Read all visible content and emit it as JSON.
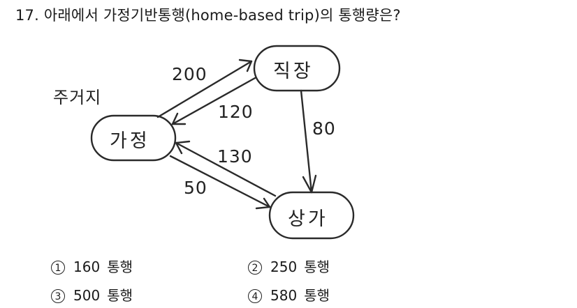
{
  "question": {
    "number": "17.",
    "text": "아래에서 가정기반통행(home-based trip)의 통행량은?"
  },
  "diagram": {
    "annotation": "주거지",
    "nodes": {
      "home": "가정",
      "work": "직장",
      "shop": "상가"
    },
    "edges": [
      {
        "from": "가정",
        "to": "직장",
        "value": "200"
      },
      {
        "from": "직장",
        "to": "가정",
        "value": "120"
      },
      {
        "from": "직장",
        "to": "상가",
        "value": "80"
      },
      {
        "from": "상가",
        "to": "가정",
        "value": "130"
      },
      {
        "from": "가정",
        "to": "상가",
        "value": "50"
      }
    ],
    "colors": {
      "stroke": "#2a2a2a",
      "text": "#222222"
    }
  },
  "options": [
    {
      "marker": "1",
      "value": "160",
      "unit": "통행"
    },
    {
      "marker": "2",
      "value": "250",
      "unit": "통행"
    },
    {
      "marker": "3",
      "value": "500",
      "unit": "통행"
    },
    {
      "marker": "4",
      "value": "580",
      "unit": "통행"
    }
  ]
}
